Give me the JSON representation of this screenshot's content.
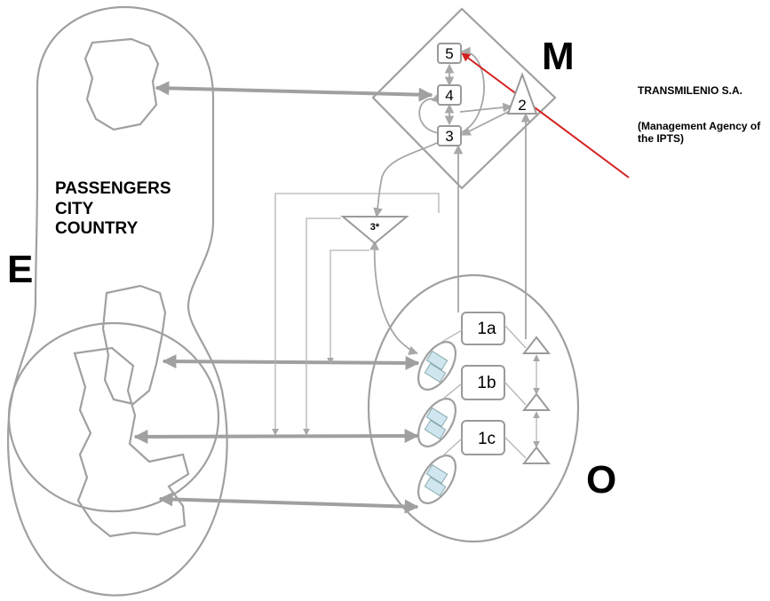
{
  "labels": {
    "management": "M",
    "environment": "E",
    "operators": "O",
    "passengers_line1": "PASSENGERS",
    "passengers_line2": "CITY",
    "passengers_line3": "COUNTRY"
  },
  "note": {
    "title": "TRANSMILENIO S.A.",
    "desc_line1": "(Management Agency of",
    "desc_line2": "the IPTS)"
  },
  "management_nodes": {
    "node5": "5",
    "node4": "4",
    "node3": "3",
    "node2": "2",
    "node3star": "3*"
  },
  "operator_nodes": {
    "node1a": "1a",
    "node1b": "1b",
    "node1c": "1c"
  },
  "colors": {
    "line": "#a0a0a0",
    "pointer": "#d42020"
  }
}
